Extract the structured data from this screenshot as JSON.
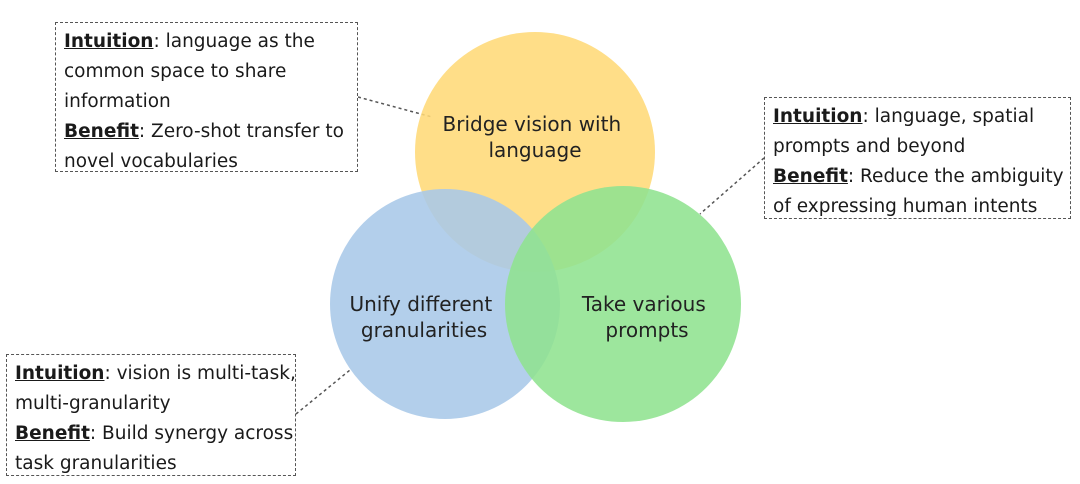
{
  "circles": {
    "top": {
      "label_lines": [
        "Bridge vision with",
        "language"
      ],
      "color": "#FFD977"
    },
    "left": {
      "label_lines": [
        "Unify different",
        "granularities"
      ],
      "color": "#A9C8E8"
    },
    "right": {
      "label_lines": [
        "Take various",
        "prompts"
      ],
      "color": "#8FE38F"
    }
  },
  "notes": {
    "top_left": {
      "intuition_key": "Intuition",
      "intuition_lines": [
        ": language as the",
        "common space to share",
        "information"
      ],
      "benefit_key": "Benefit",
      "benefit_lines": [
        ": Zero-shot transfer to",
        "novel vocabularies"
      ]
    },
    "top_right": {
      "intuition_key": "Intuition",
      "intuition_lines": [
        ": language, spatial",
        "prompts and beyond"
      ],
      "benefit_key": "Benefit",
      "benefit_lines": [
        ": Reduce the ambiguity",
        "of expressing human intents"
      ]
    },
    "bottom_left": {
      "intuition_key": "Intuition",
      "intuition_lines": [
        ": vision is multi-task,",
        "multi-granularity"
      ],
      "benefit_key": "Benefit",
      "benefit_lines": [
        ": Build synergy across",
        "task granularities"
      ]
    }
  }
}
